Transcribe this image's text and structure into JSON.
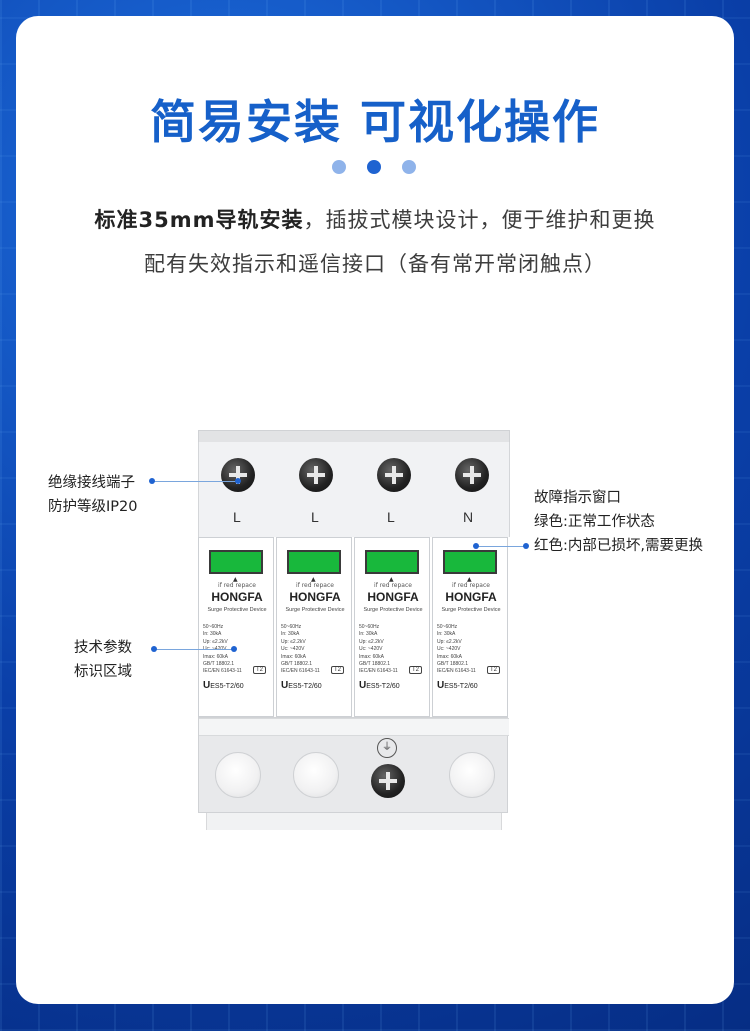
{
  "header": {
    "title": "简易安装 可视化操作",
    "desc1_bold": "标准35mm导轨安装",
    "desc1_rest": "，插拔式模块设计，便于维护和更换",
    "desc2": "配有失效指示和遥信接口（备有常开常闭触点）"
  },
  "callouts": {
    "left1_line1": "绝缘接线端子",
    "left1_line2": "防护等级IP20",
    "left2_line1": "技术参数",
    "left2_line2": "标识区域",
    "right_line1": "故障指示窗口",
    "right_line2": "绿色:正常工作状态",
    "right_line3": "红色:内部已损坏,需要更换"
  },
  "device": {
    "terminals": [
      "L",
      "L",
      "L",
      "N"
    ],
    "module_note": "if red repace",
    "brand": "HONGFA",
    "subtitle": "Surge Protective Device",
    "specs": [
      "50~60Hz",
      "In:  30kA",
      "Up:  ≤2.2kV",
      "Uc:  ~420V",
      "Imax:  60kA",
      "GB/T 18802.1",
      "IEC/EN 61643-11"
    ],
    "class_badge": "T2",
    "model_prefix": "U",
    "model_rest": "ES5-T2/60",
    "window_color": "#18b83c"
  },
  "colors": {
    "accent": "#1660c9",
    "background": "#0a3fa8"
  }
}
